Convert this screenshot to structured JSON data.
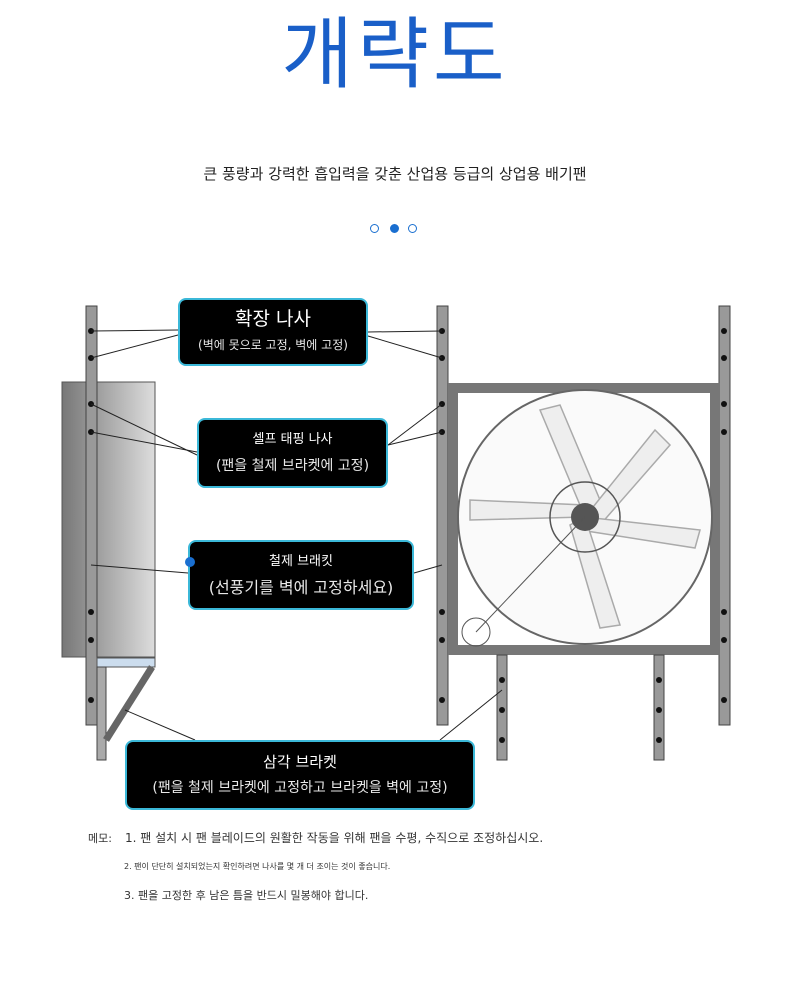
{
  "title": "개략도",
  "subtitle": "큰 풍량과 강력한 흡입력을 갖춘 산업용 등급의 상업용 배기팬",
  "carousel": {
    "count": 3,
    "active_index": 1
  },
  "labels": [
    {
      "heading": "확장 나사",
      "sub": "(벽에 못으로 고정, 벽에 고정)"
    },
    {
      "heading": "셀프 태핑 나사",
      "sub": "(팬을 철제 브라켓에 고정)"
    },
    {
      "heading": "철제 브래킷",
      "sub": "(선풍기를 벽에 고정하세요)"
    },
    {
      "heading": "삼각 브라켓",
      "sub": "(팬을 철제 브라켓에 고정하고 브라켓을 벽에 고정)"
    }
  ],
  "notes": {
    "prefix": "메모:",
    "items": [
      "1. 팬 설치 시 팬 블레이드의 원활한 작동을 위해 팬을 수평, 수직으로 조정하십시오.",
      "2. 팬이 단단히 설치되었는지 확인하려면 나사를 몇 개 더 조이는 것이 좋습니다.",
      "3. 팬을 고정한 후 남은 틈을 반드시 밀봉해야 합니다."
    ]
  },
  "colors": {
    "accent": "#1a5fc8",
    "label_border": "#3bb8d8"
  }
}
